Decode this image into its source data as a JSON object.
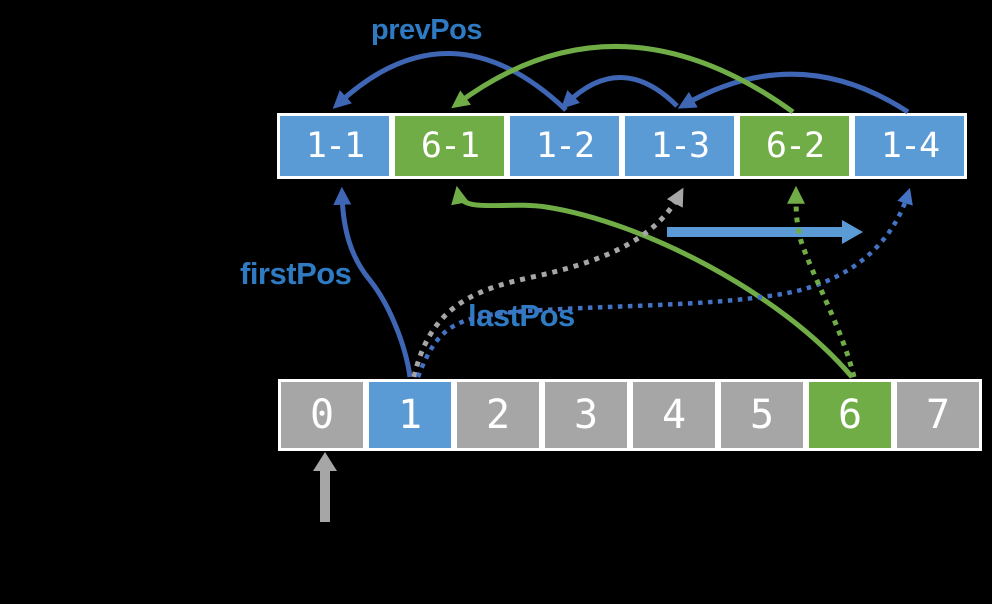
{
  "diagram": {
    "description": "Hash buckets with chained nodes: firstPos / lastPos / prevPos pointers",
    "labels": {
      "prev_pos": "prevPos",
      "first_pos": "firstPos",
      "last_pos": "lastPos"
    },
    "node_row": {
      "cells": [
        {
          "label": "1-1",
          "color": "blue"
        },
        {
          "label": "6-1",
          "color": "green"
        },
        {
          "label": "1-2",
          "color": "blue"
        },
        {
          "label": "1-3",
          "color": "blue"
        },
        {
          "label": "6-2",
          "color": "green"
        },
        {
          "label": "1-4",
          "color": "blue"
        }
      ]
    },
    "bucket_row": {
      "cells": [
        {
          "label": "0",
          "color": "gray"
        },
        {
          "label": "1",
          "color": "blue"
        },
        {
          "label": "2",
          "color": "gray"
        },
        {
          "label": "3",
          "color": "gray"
        },
        {
          "label": "4",
          "color": "gray"
        },
        {
          "label": "5",
          "color": "gray"
        },
        {
          "label": "6",
          "color": "green"
        },
        {
          "label": "7",
          "color": "gray"
        }
      ]
    },
    "edges": [
      {
        "name": "prevPos 1-2 to 1-1",
        "from": "1-2",
        "to": "1-1",
        "style": "solid-arc",
        "color": "#3F66B4"
      },
      {
        "name": "prevPos 1-3 to 1-2",
        "from": "1-3",
        "to": "1-2",
        "style": "solid-arc",
        "color": "#3F66B4"
      },
      {
        "name": "prevPos 1-4 to 1-3",
        "from": "1-4",
        "to": "1-3",
        "style": "solid-arc",
        "color": "#3F66B4"
      },
      {
        "name": "prevPos 6-2 to 6-1",
        "from": "6-2",
        "to": "6-1",
        "style": "solid-arc",
        "color": "#70AD47"
      },
      {
        "name": "firstPos bucket1 to 1-1",
        "from": "bucket 1",
        "to": "1-1",
        "style": "solid",
        "color": "#3F66B4"
      },
      {
        "name": "firstPos bucket6 to 6-1",
        "from": "bucket 6",
        "to": "6-1",
        "style": "solid",
        "color": "#70AD47"
      },
      {
        "name": "old lastPos bucket1 to 1-3",
        "from": "bucket 1",
        "to": "1-3",
        "style": "dotted",
        "color": "#A6A6A6"
      },
      {
        "name": "lastPos bucket1 to 1-4",
        "from": "bucket 1",
        "to": "1-4",
        "style": "dotted",
        "color": "#4472C4"
      },
      {
        "name": "lastPos bucket6 to 6-2",
        "from": "bucket 6",
        "to": "6-2",
        "style": "dotted",
        "color": "#70AD47"
      }
    ],
    "icons": {
      "move-right-arrow": {
        "color": "#5B9BD5"
      },
      "bucket0-up-arrow": {
        "color": "#A6A6A6"
      }
    },
    "colors": {
      "background": "#000000",
      "node_blue": "#5B9BD5",
      "node_green": "#70AD47",
      "node_gray": "#A6A6A6",
      "arc_blue": "#3F66B4",
      "dashed_blue": "#4472C4",
      "dashed_gray": "#A6A6A6",
      "green": "#70AD47",
      "label_blue": "#2F7BC3",
      "cell_text": "#FFFFFF",
      "cell_border": "#FFFFFF"
    }
  }
}
